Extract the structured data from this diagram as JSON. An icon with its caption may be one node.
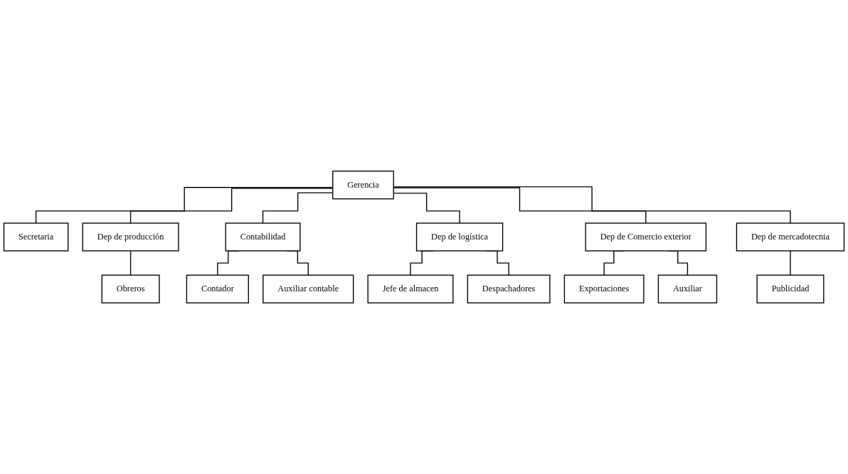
{
  "diagram": {
    "nodes": [
      {
        "text": [
          "Gerencia"
        ]
      },
      {
        "text": [
          "Secretaria"
        ]
      },
      {
        "text": [
          "Dep de producción"
        ]
      },
      {
        "text": [
          "Contabilidad"
        ]
      },
      {
        "text": [
          "Dep de logística"
        ]
      },
      {
        "text": [
          "Dep de Comercio exterior"
        ]
      },
      {
        "text": [
          "Dep de mercadotecnia"
        ]
      },
      {
        "text": [
          "Obreros"
        ]
      },
      {
        "text": [
          "Contador"
        ]
      },
      {
        "text": [
          "Auxiliar contable"
        ]
      },
      {
        "text": [
          "Jefe de almacen"
        ]
      },
      {
        "text": [
          "Despachadores"
        ]
      },
      {
        "text": [
          "Exportaciones"
        ]
      },
      {
        "text": [
          "Auxiliar"
        ]
      },
      {
        "text": [
          "Publicidad"
        ]
      }
    ],
    "edges": [
      {
        "from": 0,
        "to": 1,
        "arrow": "none"
      },
      {
        "from": 0,
        "to": 2,
        "arrow": "none"
      },
      {
        "from": 0,
        "to": 3,
        "arrow": "none"
      },
      {
        "from": 0,
        "to": 4,
        "arrow": "none"
      },
      {
        "from": 0,
        "to": 5,
        "arrow": "none"
      },
      {
        "from": 0,
        "to": 6,
        "arrow": "none"
      },
      {
        "from": 2,
        "to": 7,
        "arrow": "none"
      },
      {
        "from": 3,
        "to": 8,
        "arrow": "none"
      },
      {
        "from": 3,
        "to": 9,
        "arrow": "none"
      },
      {
        "from": 4,
        "to": 10,
        "arrow": "none"
      },
      {
        "from": 4,
        "to": 11,
        "arrow": "none"
      },
      {
        "from": 5,
        "to": 12,
        "arrow": "none"
      },
      {
        "from": 5,
        "to": 13,
        "arrow": "none"
      },
      {
        "from": 6,
        "to": 14,
        "arrow": "none"
      }
    ]
  }
}
